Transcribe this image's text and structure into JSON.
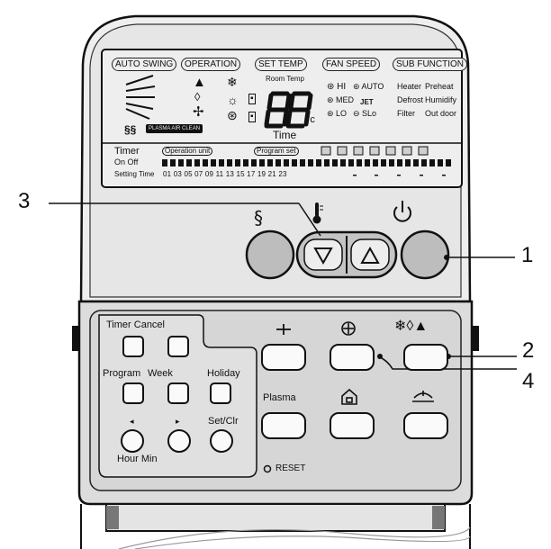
{
  "lcd": {
    "tabs": [
      "AUTO SWING",
      "OPERATION",
      "SET TEMP",
      "FAN SPEED",
      "SUB FUNCTION"
    ],
    "room_temp_label": "Room Temp",
    "temp_digits": "88",
    "temp_unit": "°c",
    "time_label": "Time",
    "fan_hi": "HI",
    "fan_auto": "AUTO",
    "fan_med": "MED",
    "fan_jet": "JET",
    "fan_lo": "LO",
    "fan_slo": "SLo",
    "sub": [
      "Heater",
      "Preheat",
      "Defrost",
      "Humidify",
      "Filter",
      "Out door"
    ],
    "plasma_badge": "PLASMA AIR CLEAN",
    "timer_label": "Timer",
    "on_off_label": "On  Off",
    "operation_unit": "Operation unit",
    "program_set": "Program set",
    "setting_time_label": "Setting Time",
    "setting_time_values": "01 03 05 07 09 11 13 15 17 19 21 23"
  },
  "remote": {
    "timer_cancel_label": "Timer Cancel",
    "program_label": "Program",
    "week_label": "Week",
    "holiday_label": "Holiday",
    "set_clr_label": "Set/Clr",
    "hour_min_label": "Hour Min",
    "plasma_label": "Plasma",
    "reset_label": "RESET"
  },
  "callouts": [
    "1",
    "2",
    "3",
    "4"
  ],
  "colors": {
    "background": "#ffffff",
    "body": "#e9e9e9",
    "panel": "#dcdcdc",
    "ink": "#111111"
  },
  "icons": [
    "swing-vane-icon",
    "auto-mode-icon",
    "drop-icon",
    "fan-icon",
    "snowflake-icon",
    "sun-icon",
    "thermometer-icon",
    "power-icon",
    "fan-speed-icon",
    "home-icon",
    "wave-icon"
  ]
}
